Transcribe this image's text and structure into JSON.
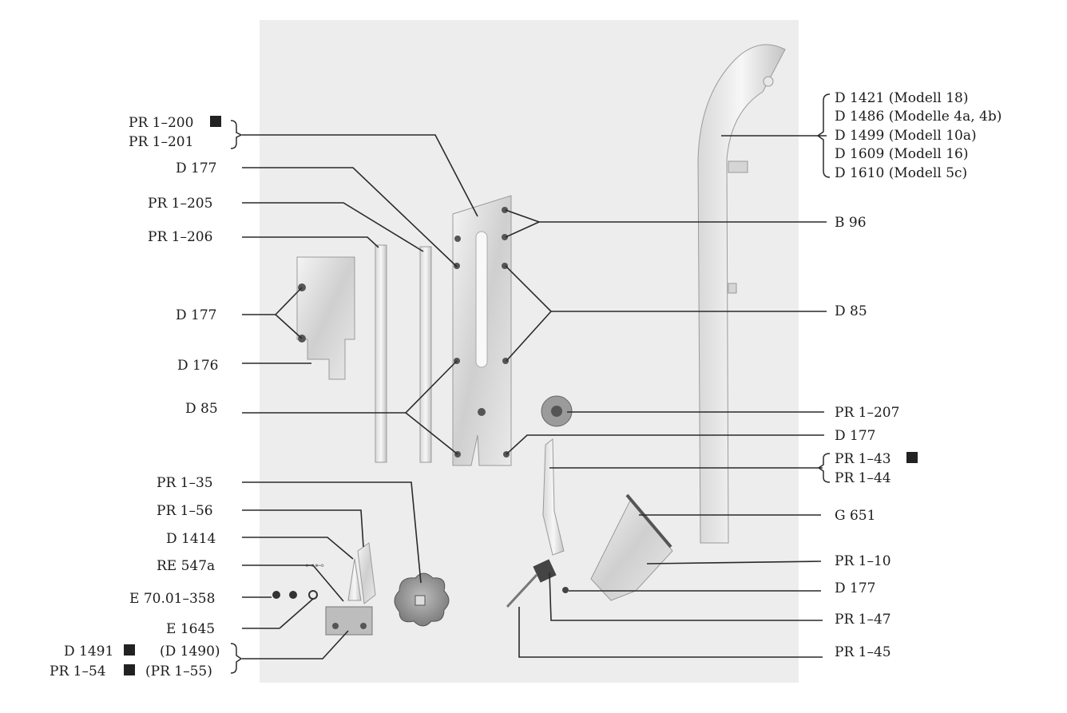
{
  "labels_left": {
    "pr1_200": "PR 1–200",
    "pr1_201": "PR 1–201",
    "d177_a": "D 177",
    "pr1_205": "PR 1–205",
    "pr1_206": "PR 1–206",
    "d177_b": "D 177",
    "d176": "D 176",
    "d85_left": "D 85",
    "pr1_35": "PR 1–35",
    "pr1_56": "PR 1–56",
    "d1414": "D 1414",
    "re547a": "RE 547a",
    "e70": "E 70.01–358",
    "e1645": "E 1645",
    "d1491": "D 1491",
    "d1490": "(D 1490)",
    "pr1_54": "PR 1–54",
    "pr1_55": "(PR 1–55)"
  },
  "labels_right": {
    "d1421": "D 1421 (Modell 18)",
    "d1486": "D 1486 (Modelle 4a, 4b)",
    "d1499": "D 1499 (Modell 10a)",
    "d1609": "D 1609 (Modell 16)",
    "d1610": "D 1610 (Modell 5c)",
    "b96": "B 96",
    "d85_right": "D 85",
    "pr1_207": "PR 1–207",
    "d177_c": "D 177",
    "pr1_43": "PR 1–43",
    "pr1_44": "PR 1–44",
    "g651": "G 651",
    "pr1_10": "PR 1–10",
    "d177_d": "D 177",
    "pr1_47": "PR 1–47",
    "pr1_45": "PR 1–45"
  },
  "colors": {
    "background_panel": "#ededed",
    "line": "#2a2a2a",
    "marker": "#222222"
  }
}
